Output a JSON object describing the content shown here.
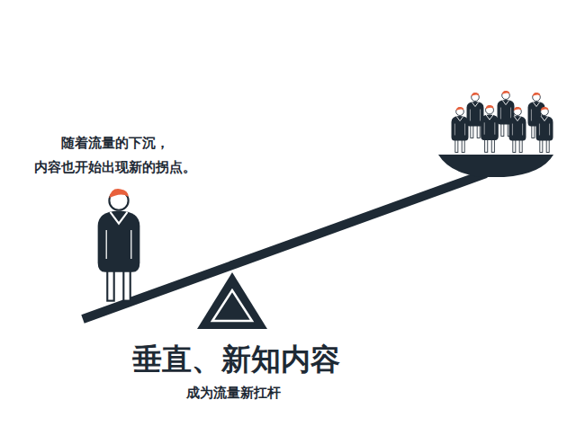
{
  "diagram": {
    "labels": [
      "随着流量的下沉， 内容也开始出现新的拐点。",
      "垂直、新知内容",
      "成为流量新扛杆"
    ]
  }
}
